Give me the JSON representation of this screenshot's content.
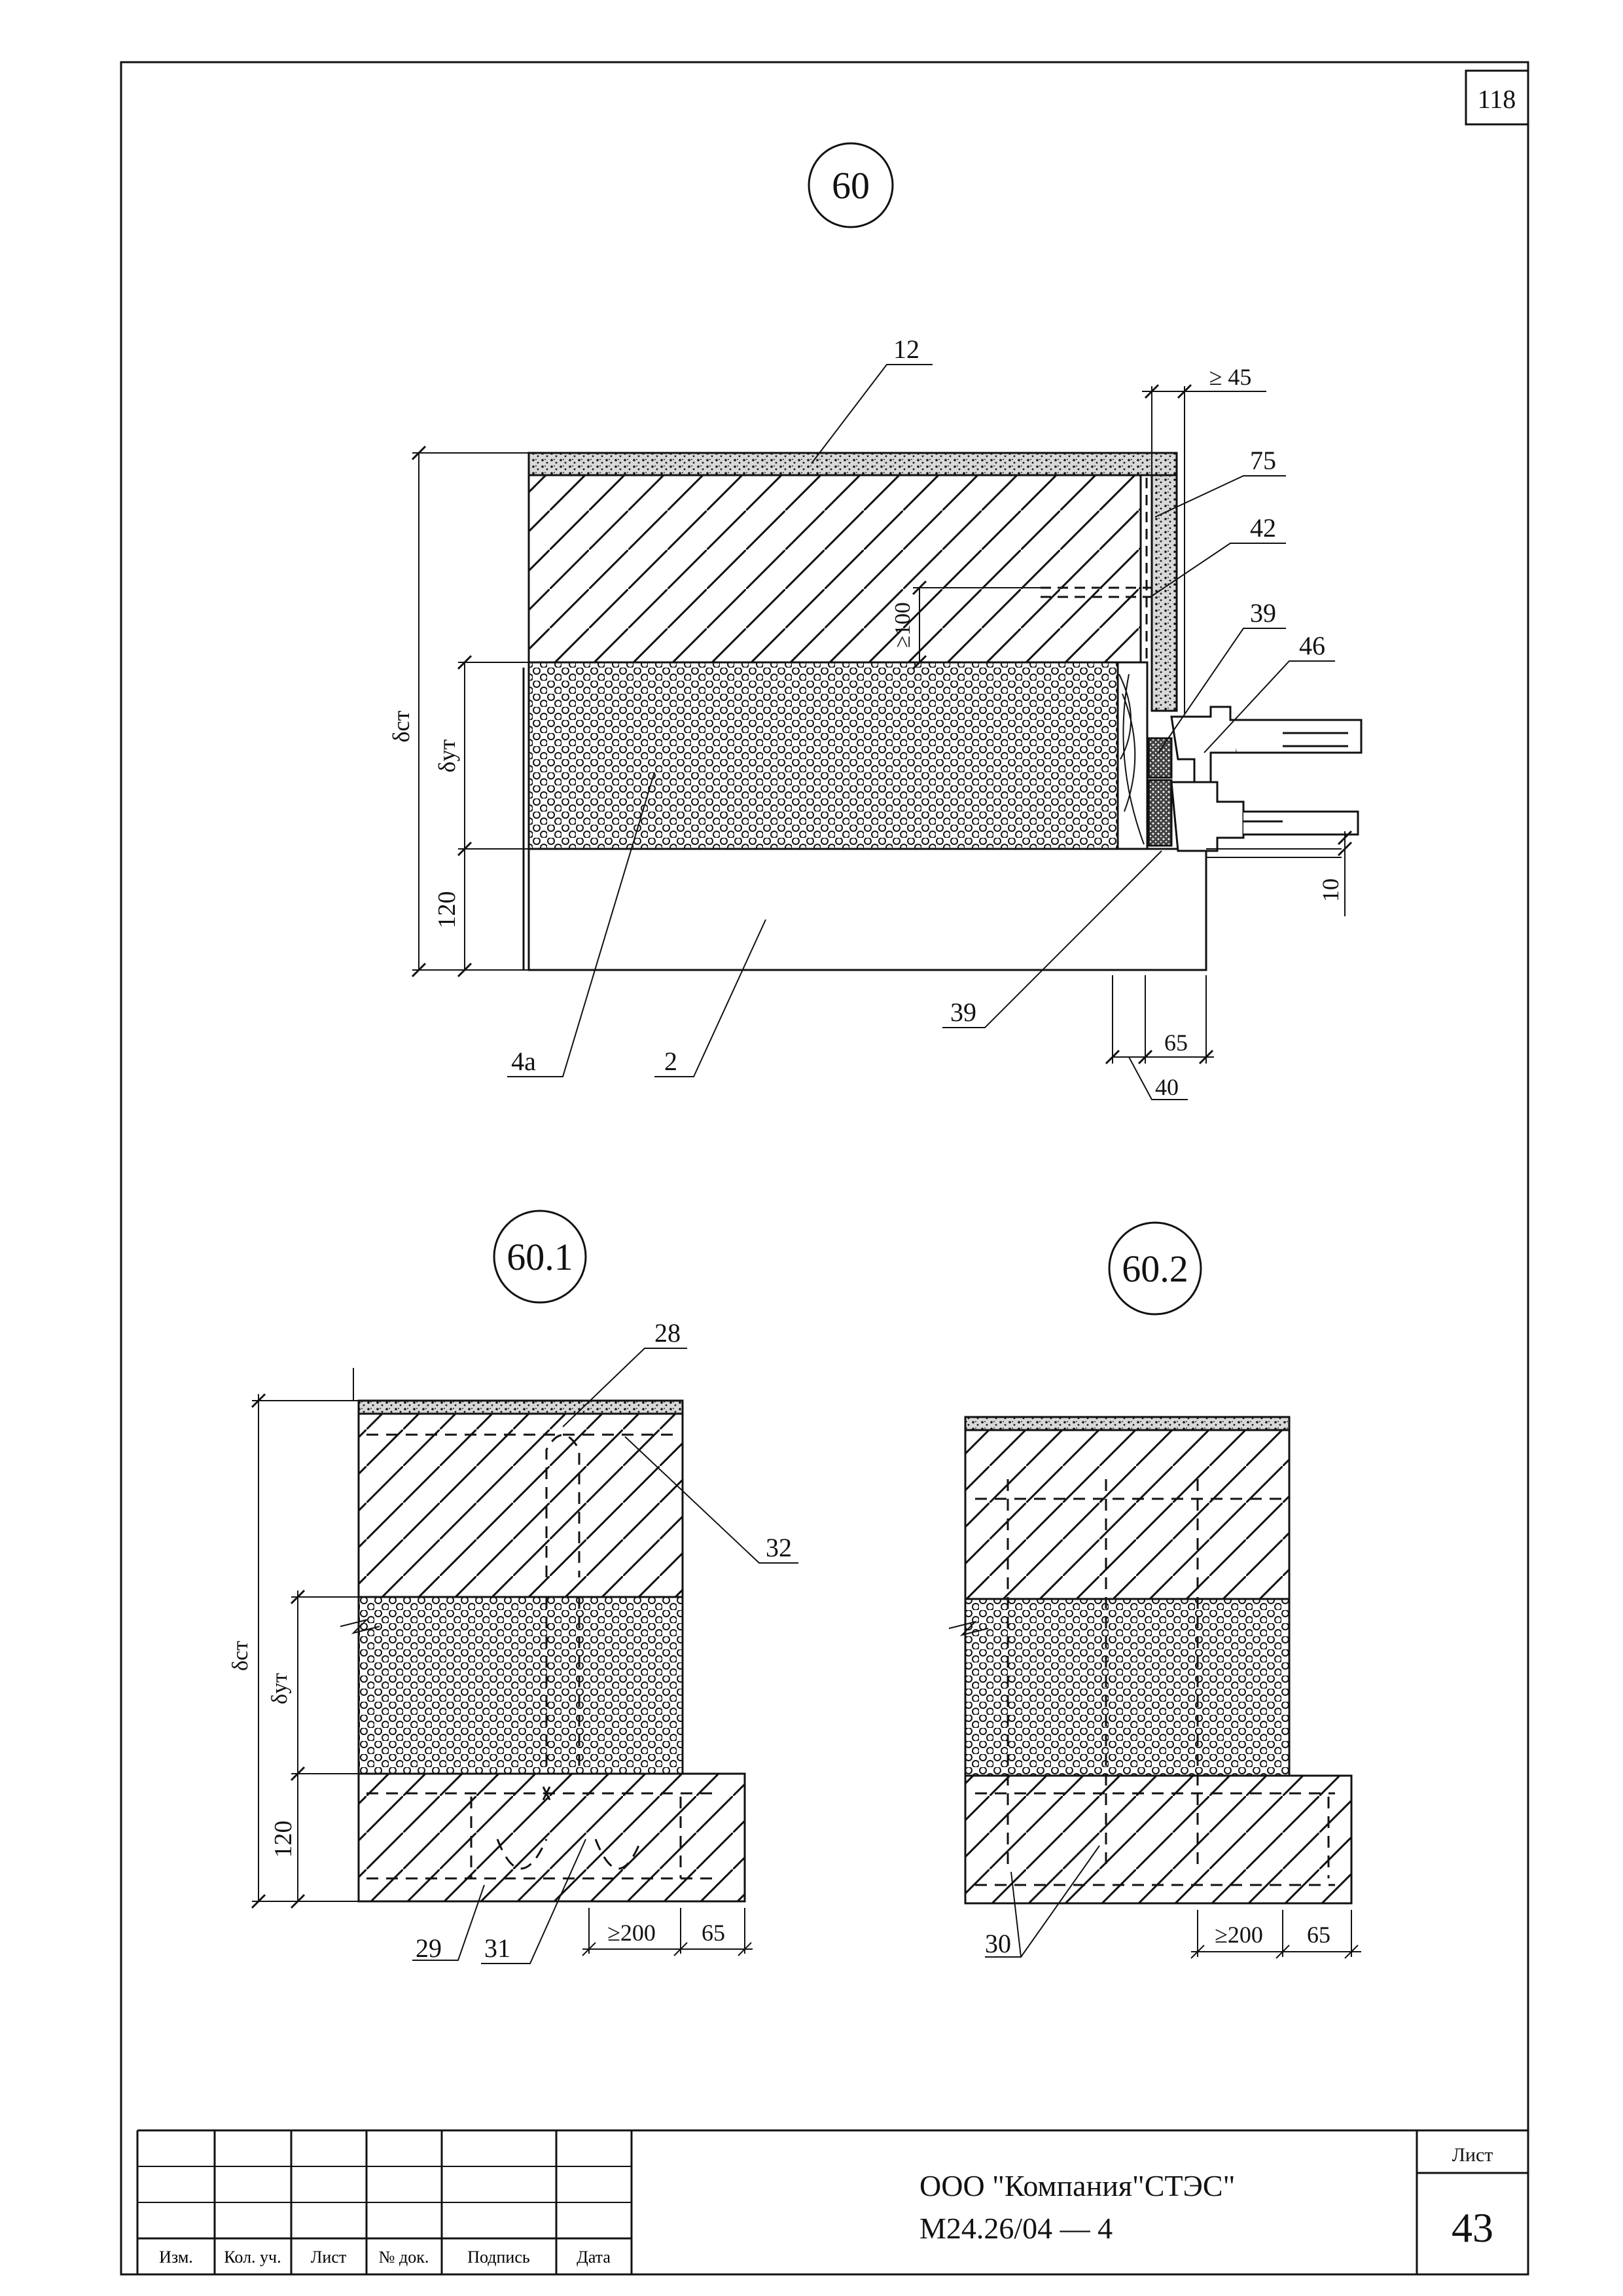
{
  "page_number": "118",
  "detail_main": {
    "label": "60",
    "callouts": {
      "c12": "12",
      "c75": "75",
      "c42": "42",
      "c39a": "39",
      "c46": "46",
      "c39b": "39",
      "c4a": "4a",
      "c2": "2"
    },
    "dimensions": {
      "d_ge45": "≥ 45",
      "d_ge100": "≥100",
      "d_120": "120",
      "d_10": "10",
      "d_65": "65",
      "d_40": "40",
      "delta_ct": "δст",
      "delta_yt": "δут"
    }
  },
  "detail_60_1": {
    "label": "60.1",
    "callouts": {
      "c28": "28",
      "c32": "32",
      "c29": "29",
      "c31": "31"
    },
    "dimensions": {
      "d_ge200": "≥200",
      "d_65": "65",
      "d_120": "120",
      "delta_ct": "δст",
      "delta_yt": "δут"
    }
  },
  "detail_60_2": {
    "label": "60.2",
    "callouts": {
      "c30": "30"
    },
    "dimensions": {
      "d_ge200": "≥200",
      "d_65": "65"
    }
  },
  "title_block": {
    "col_headers": [
      "Изм.",
      "Кол. уч.",
      "Лист",
      "№ док.",
      "Подпись",
      "Дата"
    ],
    "company": "ООО \"Компания\"СТЭС\"",
    "doc_code": "М24.26/04  — 4",
    "sheet_label": "Лист",
    "sheet_number": "43"
  }
}
